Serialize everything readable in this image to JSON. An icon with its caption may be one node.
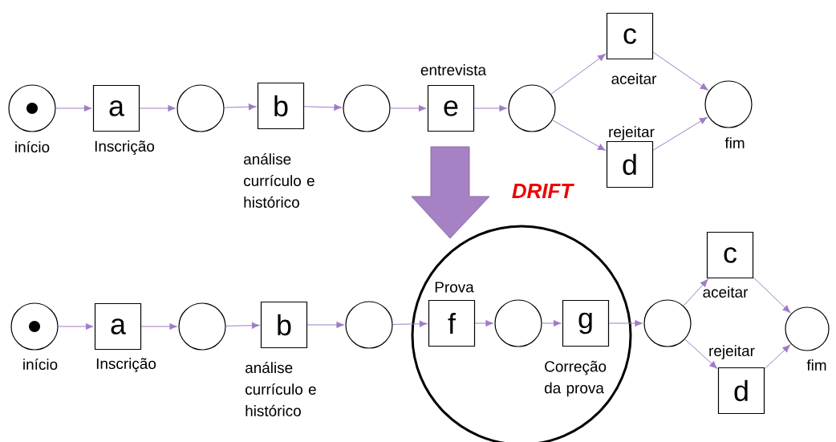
{
  "diagram": {
    "nodes": [
      {
        "text": [],
        "shape": "circle",
        "beside": [
          "início"
        ]
      },
      {
        "text": [
          "a"
        ],
        "beside": [
          "Inscrição"
        ]
      },
      {
        "text": [],
        "shape": "circle"
      },
      {
        "text": [
          "b"
        ],
        "beside": [
          "análise currículo e histórico"
        ]
      },
      {
        "text": [],
        "shape": "circle"
      },
      {
        "text": [
          "e"
        ],
        "beside": [
          "entrevista"
        ]
      },
      {
        "text": [],
        "shape": "circle"
      },
      {
        "text": [
          "c"
        ],
        "beside": [
          "aceitar"
        ]
      },
      {
        "text": [
          "d"
        ],
        "beside": [
          "rejeitar"
        ]
      },
      {
        "text": [],
        "shape": "circle",
        "beside": [
          "fim"
        ]
      },
      {
        "text": [],
        "shape": "circle",
        "beside": [
          "início"
        ]
      },
      {
        "text": [
          "a"
        ],
        "beside": [
          "Inscrição"
        ]
      },
      {
        "text": [],
        "shape": "circle"
      },
      {
        "text": [
          "b"
        ],
        "beside": [
          "análise currículo e histórico"
        ]
      },
      {
        "text": [],
        "shape": "circle"
      },
      {
        "text": [],
        "shape": "circle"
      },
      {
        "text": [
          "f"
        ],
        "beside": [
          "Prova"
        ],
        "in": 15
      },
      {
        "text": [],
        "shape": "circle",
        "in": 15
      },
      {
        "text": [
          "g"
        ],
        "beside": [
          "Correção da prova"
        ],
        "in": 15
      },
      {
        "text": [],
        "shape": "circle"
      },
      {
        "text": [
          "c"
        ],
        "beside": [
          "aceitar"
        ]
      },
      {
        "text": [
          "d"
        ],
        "beside": [
          "rejeitar"
        ]
      },
      {
        "text": [],
        "shape": "circle",
        "beside": [
          "fim"
        ]
      }
    ],
    "edges": [
      {
        "from": 0,
        "to": 1,
        "arrow": "to"
      },
      {
        "from": 1,
        "to": 2,
        "arrow": "to"
      },
      {
        "from": 2,
        "to": 3,
        "arrow": "to"
      },
      {
        "from": 3,
        "to": 4,
        "arrow": "to"
      },
      {
        "from": 4,
        "to": 5,
        "arrow": "to"
      },
      {
        "from": 5,
        "to": 6,
        "arrow": "to"
      },
      {
        "from": 6,
        "to": 7,
        "arrow": "to"
      },
      {
        "from": 6,
        "to": 8,
        "arrow": "to"
      },
      {
        "from": 7,
        "to": 9,
        "arrow": "to"
      },
      {
        "from": 8,
        "to": 9,
        "arrow": "to"
      },
      {
        "from": 10,
        "to": 11,
        "arrow": "to"
      },
      {
        "from": 11,
        "to": 12,
        "arrow": "to"
      },
      {
        "from": 12,
        "to": 13,
        "arrow": "to"
      },
      {
        "from": 13,
        "to": 14,
        "arrow": "to"
      },
      {
        "from": 14,
        "to": 16,
        "arrow": "to"
      },
      {
        "from": 16,
        "to": 17,
        "arrow": "to"
      },
      {
        "from": 17,
        "to": 18,
        "arrow": "to"
      },
      {
        "from": 18,
        "to": 19,
        "arrow": "to"
      },
      {
        "from": 19,
        "to": 20,
        "arrow": "to"
      },
      {
        "from": 19,
        "to": 21,
        "arrow": "to"
      },
      {
        "from": 20,
        "to": 22,
        "arrow": "to"
      },
      {
        "from": 21,
        "to": 22,
        "arrow": "to"
      }
    ],
    "labels": [
      "DRIFT"
    ]
  }
}
